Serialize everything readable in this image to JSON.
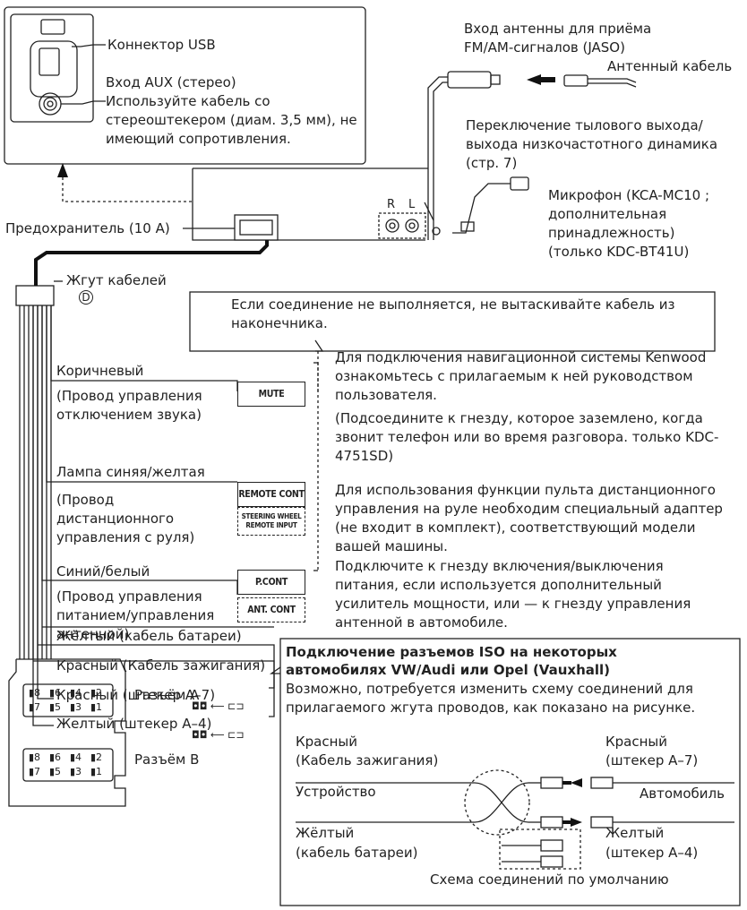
{
  "head_unit_labels": {
    "usb": "Коннектор USB",
    "aux_title": "Вход AUX (стерео)",
    "aux_desc": "Используйте кабель со стереоштекером (диам. 3,5 мм), не имеющий сопротивления."
  },
  "antenna": {
    "input": "Вход антенны для приёма FM/AM-сигналов (JASO)",
    "cable": "Антенный кабель"
  },
  "rear_output": "Переключение тылового выхода/ выхода низкочастотного динамика (стр. 7)",
  "jack_labels": {
    "r": "R",
    "l": "L"
  },
  "microphone": "Микрофон (KCA-MC10 ; дополнительная принадлежность) (только KDC-BT41U)",
  "fuse": "Предохранитель (10 A)",
  "harness": {
    "label": "Жгут кабелей",
    "mark": "D"
  },
  "note_box": "Если соединение не выполняется, не вытаскивайте кабель из наконечника.",
  "wires": {
    "brown": "Коричневый",
    "brown_desc": "(Провод управления отключением звука)",
    "lamp": "Лампа синяя/желтая",
    "lamp_desc": "(Провод дистанционного управления с руля)",
    "blue_white": "Синий/белый",
    "blue_white_desc": "(Провод управления питанием/управления антенной)",
    "yellow_battery": "Жёлтый (кабель батареи)",
    "red_ignition": "Красный (Кабель зажигания)",
    "red_a7": "Красный (штекер A–7)",
    "yellow_a4": "Желтый (штекер A–4)"
  },
  "boxes": {
    "mute": "MUTE",
    "remote_cont": "REMOTE CONT",
    "steering_line1": "STEERING WHEEL",
    "steering_line2": "REMOTE INPUT",
    "pcont": "P.CONT",
    "antcont": "ANT. CONT"
  },
  "descriptions": {
    "navigation": "Для подключения навигационной системы Kenwood ознакомьтесь с прилагаемым к ней руководством пользователя.",
    "navigation_note": "(Подсоедините к гнезду, которое заземлено, когда звонит телефон или во время разговора. только KDC-4751SD)",
    "steering": "Для использования функции пульта дистанционного управления на руле необходим специальный адаптер (не входит в комплект), соответствующий модели вашей машины.",
    "power": "Подключите к гнезду включения/выключения питания, если используется дополнительный усилитель мощности, или — к гнезду управления антенной в автомобиле."
  },
  "iso_box": {
    "title_line1": "Подключение разъемов ISO на некоторых",
    "title_line2": "автомобилях VW/Audi или Opel (Vauxhall)",
    "body": "Возможно, потребуется изменить схему соединений для прилагаемого жгута проводов, как показано на рисунке.",
    "red_left": "Красный",
    "ignition_left": "(Кабель зажигания)",
    "device": "Устройство",
    "yellow_left": "Жёлтый",
    "battery_left": "(кабель батареи)",
    "red_right": "Красный",
    "a7_right": "(штекер A–7)",
    "vehicle": "Автомобиль",
    "yellow_right": "Желтый",
    "a4_right": "(штекер A–4)",
    "default_scheme": "Схема соединений по умолчанию"
  },
  "connectors": {
    "a": "Разъём A",
    "b": "Разъём B",
    "pins_top": [
      "8",
      "6",
      "4",
      "2"
    ],
    "pins_bottom": [
      "7",
      "5",
      "3",
      "1"
    ]
  }
}
